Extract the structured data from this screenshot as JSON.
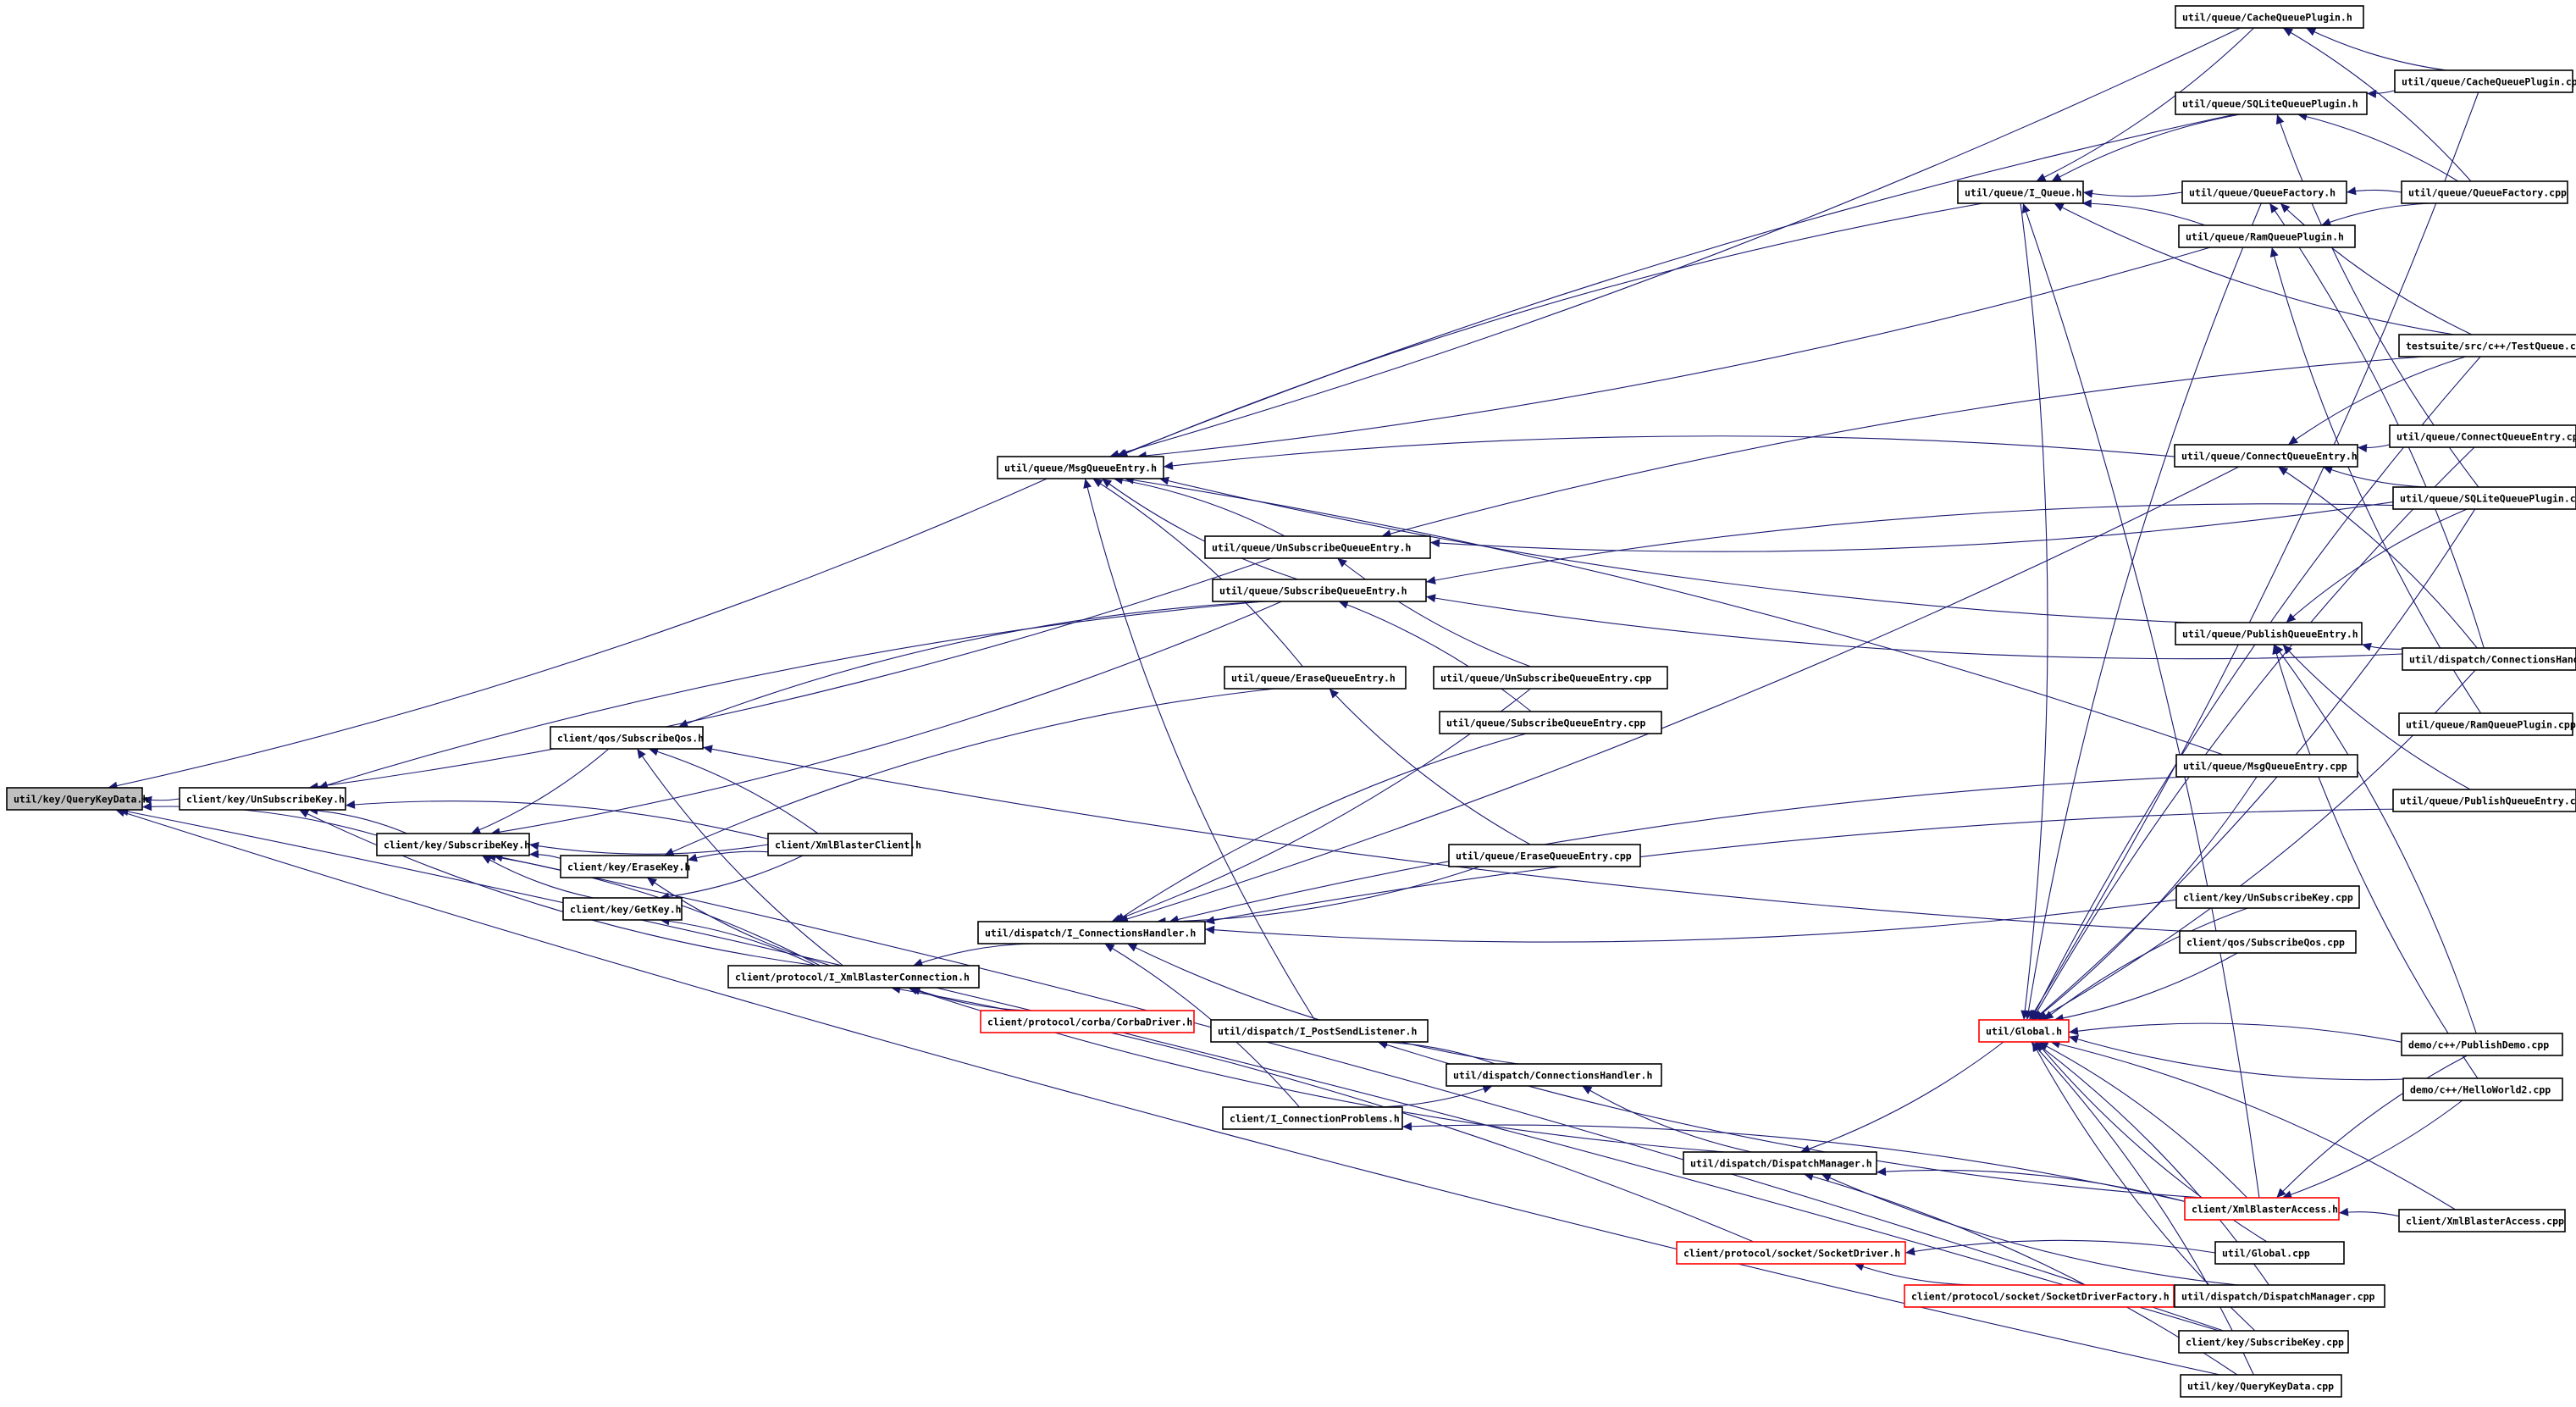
{
  "graph": {
    "nodes": [
      {
        "id": "n_qkd_h",
        "label": "util/key/QueryKeyData.h",
        "style": "root"
      },
      {
        "id": "n_unsubkey_h",
        "label": "client/key/UnSubscribeKey.h",
        "style": "normal"
      },
      {
        "id": "n_subkey_h",
        "label": "client/key/SubscribeKey.h",
        "style": "normal"
      },
      {
        "id": "n_subqos_h",
        "label": "client/qos/SubscribeQos.h",
        "style": "normal"
      },
      {
        "id": "n_erasekey_h",
        "label": "client/key/EraseKey.h",
        "style": "normal"
      },
      {
        "id": "n_getkey_h",
        "label": "client/key/GetKey.h",
        "style": "normal"
      },
      {
        "id": "n_xbclient_h",
        "label": "client/XmlBlasterClient.h",
        "style": "normal"
      },
      {
        "id": "n_ixbconn_h",
        "label": "client/protocol/I_XmlBlasterConnection.h",
        "style": "normal"
      },
      {
        "id": "n_corba_h",
        "label": "client/protocol/corba/CorbaDriver.h",
        "style": "red"
      },
      {
        "id": "n_iconnh_h",
        "label": "util/dispatch/I_ConnectionsHandler.h",
        "style": "normal"
      },
      {
        "id": "n_msgqe_h",
        "label": "util/queue/MsgQueueEntry.h",
        "style": "normal"
      },
      {
        "id": "n_unsubqe_h",
        "label": "util/queue/UnSubscribeQueueEntry.h",
        "style": "normal"
      },
      {
        "id": "n_subqe_h",
        "label": "util/queue/SubscribeQueueEntry.h",
        "style": "normal"
      },
      {
        "id": "n_eraseqe_h",
        "label": "util/queue/EraseQueueEntry.h",
        "style": "normal"
      },
      {
        "id": "n_unsubqe_cpp",
        "label": "util/queue/UnSubscribeQueueEntry.cpp",
        "style": "normal"
      },
      {
        "id": "n_subqe_cpp",
        "label": "util/queue/SubscribeQueueEntry.cpp",
        "style": "normal"
      },
      {
        "id": "n_eraseqe_cpp",
        "label": "util/queue/EraseQueueEntry.cpp",
        "style": "normal"
      },
      {
        "id": "n_ipostsend_h",
        "label": "util/dispatch/I_PostSendListener.h",
        "style": "normal"
      },
      {
        "id": "n_connh_h",
        "label": "util/dispatch/ConnectionsHandler.h",
        "style": "normal"
      },
      {
        "id": "n_iconnprob_h",
        "label": "client/I_ConnectionProblems.h",
        "style": "normal"
      },
      {
        "id": "n_dispmgr_h",
        "label": "util/dispatch/DispatchManager.h",
        "style": "normal"
      },
      {
        "id": "n_sockdrv_h",
        "label": "client/protocol/socket/SocketDriver.h",
        "style": "red"
      },
      {
        "id": "n_sockdrvf_h",
        "label": "client/protocol/socket/SocketDriverFactory.h",
        "style": "red"
      },
      {
        "id": "n_iqueue_h",
        "label": "util/queue/I_Queue.h",
        "style": "normal"
      },
      {
        "id": "n_global_h",
        "label": "util/Global.h",
        "style": "red"
      },
      {
        "id": "n_cacheqp_h",
        "label": "util/queue/CacheQueuePlugin.h",
        "style": "normal"
      },
      {
        "id": "n_sqliteqp_h",
        "label": "util/queue/SQLiteQueuePlugin.h",
        "style": "normal"
      },
      {
        "id": "n_qfactory_h",
        "label": "util/queue/QueueFactory.h",
        "style": "normal"
      },
      {
        "id": "n_ramqp_h",
        "label": "util/queue/RamQueuePlugin.h",
        "style": "normal"
      },
      {
        "id": "n_connqe_h",
        "label": "util/queue/ConnectQueueEntry.h",
        "style": "normal"
      },
      {
        "id": "n_pubqe_h",
        "label": "util/queue/PublishQueueEntry.h",
        "style": "normal"
      },
      {
        "id": "n_msgqe_cpp",
        "label": "util/queue/MsgQueueEntry.cpp",
        "style": "normal"
      },
      {
        "id": "n_unsubkey_cpp",
        "label": "client/key/UnSubscribeKey.cpp",
        "style": "normal"
      },
      {
        "id": "n_subqos_cpp",
        "label": "client/qos/SubscribeQos.cpp",
        "style": "normal"
      },
      {
        "id": "n_xbaccess_h",
        "label": "client/XmlBlasterAccess.h",
        "style": "red"
      },
      {
        "id": "n_global_cpp",
        "label": "util/Global.cpp",
        "style": "normal"
      },
      {
        "id": "n_dispmgr_cpp",
        "label": "util/dispatch/DispatchManager.cpp",
        "style": "normal"
      },
      {
        "id": "n_subkey_cpp",
        "label": "client/key/SubscribeKey.cpp",
        "style": "normal"
      },
      {
        "id": "n_qkd_cpp",
        "label": "util/key/QueryKeyData.cpp",
        "style": "normal"
      },
      {
        "id": "n_cacheqp_cpp",
        "label": "util/queue/CacheQueuePlugin.cpp",
        "style": "normal"
      },
      {
        "id": "n_qfactory_cpp",
        "label": "util/queue/QueueFactory.cpp",
        "style": "normal"
      },
      {
        "id": "n_testqueue_cpp",
        "label": "testsuite/src/c++/TestQueue.cpp",
        "style": "normal"
      },
      {
        "id": "n_connqe_cpp",
        "label": "util/queue/ConnectQueueEntry.cpp",
        "style": "normal"
      },
      {
        "id": "n_sqliteqp_cpp",
        "label": "util/queue/SQLiteQueuePlugin.cpp",
        "style": "normal"
      },
      {
        "id": "n_connh_cpp",
        "label": "util/dispatch/ConnectionsHandler.cpp",
        "style": "normal"
      },
      {
        "id": "n_ramqp_cpp",
        "label": "util/queue/RamQueuePlugin.cpp",
        "style": "normal"
      },
      {
        "id": "n_pubqe_cpp",
        "label": "util/queue/PublishQueueEntry.cpp",
        "style": "normal"
      },
      {
        "id": "n_pubdemo_cpp",
        "label": "demo/c++/PublishDemo.cpp",
        "style": "normal"
      },
      {
        "id": "n_hello2_cpp",
        "label": "demo/c++/HelloWorld2.cpp",
        "style": "normal"
      },
      {
        "id": "n_xbaccess_cpp",
        "label": "client/XmlBlasterAccess.cpp",
        "style": "normal"
      }
    ],
    "edges": [
      [
        "n_unsubkey_h",
        "n_qkd_h"
      ],
      [
        "n_subkey_h",
        "n_qkd_h"
      ],
      [
        "n_msgqe_h",
        "n_qkd_h"
      ],
      [
        "n_subkey_cpp",
        "n_qkd_h"
      ],
      [
        "n_qkd_cpp",
        "n_qkd_h"
      ],
      [
        "n_subkey_h",
        "n_unsubkey_h"
      ],
      [
        "n_ixbconn_h",
        "n_unsubkey_h"
      ],
      [
        "n_xbclient_h",
        "n_unsubkey_h"
      ],
      [
        "n_unsubqe_h",
        "n_unsubkey_h"
      ],
      [
        "n_subqe_h",
        "n_unsubkey_h"
      ],
      [
        "n_xbclient_h",
        "n_subkey_h"
      ],
      [
        "n_erasekey_h",
        "n_subkey_h"
      ],
      [
        "n_getkey_h",
        "n_subkey_h"
      ],
      [
        "n_ixbconn_h",
        "n_subkey_h"
      ],
      [
        "n_subqe_h",
        "n_subkey_h"
      ],
      [
        "n_subkey_cpp",
        "n_subkey_h"
      ],
      [
        "n_subqos_h",
        "n_subkey_h"
      ],
      [
        "n_xbclient_h",
        "n_subqos_h"
      ],
      [
        "n_ixbconn_h",
        "n_subqos_h"
      ],
      [
        "n_subqe_h",
        "n_subqos_h"
      ],
      [
        "n_subqos_cpp",
        "n_subqos_h"
      ],
      [
        "n_xbclient_h",
        "n_erasekey_h"
      ],
      [
        "n_ixbconn_h",
        "n_erasekey_h"
      ],
      [
        "n_eraseqe_h",
        "n_erasekey_h"
      ],
      [
        "n_xbclient_h",
        "n_getkey_h"
      ],
      [
        "n_ixbconn_h",
        "n_getkey_h"
      ],
      [
        "n_corba_h",
        "n_ixbconn_h"
      ],
      [
        "n_iconnh_h",
        "n_ixbconn_h"
      ],
      [
        "n_dispmgr_h",
        "n_ixbconn_h"
      ],
      [
        "n_sockdrv_h",
        "n_ixbconn_h"
      ],
      [
        "n_connh_h",
        "n_iconnh_h"
      ],
      [
        "n_iconnprob_h",
        "n_iconnh_h"
      ],
      [
        "n_unsubqe_cpp",
        "n_iconnh_h"
      ],
      [
        "n_subqe_cpp",
        "n_iconnh_h"
      ],
      [
        "n_eraseqe_cpp",
        "n_iconnh_h"
      ],
      [
        "n_msgqe_cpp",
        "n_iconnh_h"
      ],
      [
        "n_connqe_h",
        "n_iconnh_h"
      ],
      [
        "n_pubqe_cpp",
        "n_iconnh_h"
      ],
      [
        "n_unsubkey_cpp",
        "n_iconnh_h"
      ],
      [
        "n_unsubqe_h",
        "n_msgqe_h"
      ],
      [
        "n_subqe_h",
        "n_msgqe_h"
      ],
      [
        "n_eraseqe_h",
        "n_msgqe_h"
      ],
      [
        "n_ipostsend_h",
        "n_msgqe_h"
      ],
      [
        "n_iqueue_h",
        "n_msgqe_h"
      ],
      [
        "n_cacheqp_h",
        "n_msgqe_h"
      ],
      [
        "n_sqliteqp_h",
        "n_msgqe_h"
      ],
      [
        "n_ramqp_h",
        "n_msgqe_h"
      ],
      [
        "n_connqe_h",
        "n_msgqe_h"
      ],
      [
        "n_pubqe_h",
        "n_msgqe_h"
      ],
      [
        "n_msgqe_cpp",
        "n_msgqe_h"
      ],
      [
        "n_unsubqe_cpp",
        "n_unsubqe_h"
      ],
      [
        "n_testqueue_cpp",
        "n_unsubqe_h"
      ],
      [
        "n_sqliteqp_cpp",
        "n_unsubqe_h"
      ],
      [
        "n_subqe_cpp",
        "n_subqe_h"
      ],
      [
        "n_connh_cpp",
        "n_subqe_h"
      ],
      [
        "n_sqliteqp_cpp",
        "n_subqe_h"
      ],
      [
        "n_eraseqe_cpp",
        "n_eraseqe_h"
      ],
      [
        "n_connh_h",
        "n_ipostsend_h"
      ],
      [
        "n_xbaccess_h",
        "n_ipostsend_h"
      ],
      [
        "n_iconnprob_h",
        "n_connh_h"
      ],
      [
        "n_dispmgr_h",
        "n_connh_h"
      ],
      [
        "n_xbaccess_h",
        "n_iconnprob_h"
      ],
      [
        "n_global_h",
        "n_dispmgr_h"
      ],
      [
        "n_xbaccess_h",
        "n_dispmgr_h"
      ],
      [
        "n_dispmgr_cpp",
        "n_dispmgr_h"
      ],
      [
        "n_qkd_cpp",
        "n_dispmgr_h"
      ],
      [
        "n_sockdrvf_h",
        "n_sockdrv_h"
      ],
      [
        "n_global_cpp",
        "n_sockdrv_h"
      ],
      [
        "n_cacheqp_h",
        "n_iqueue_h"
      ],
      [
        "n_sqliteqp_h",
        "n_iqueue_h"
      ],
      [
        "n_qfactory_h",
        "n_iqueue_h"
      ],
      [
        "n_ramqp_h",
        "n_iqueue_h"
      ],
      [
        "n_testqueue_cpp",
        "n_iqueue_h"
      ],
      [
        "n_xbaccess_h",
        "n_iqueue_h"
      ],
      [
        "n_cacheqp_cpp",
        "n_cacheqp_h"
      ],
      [
        "n_qfactory_cpp",
        "n_cacheqp_h"
      ],
      [
        "n_cacheqp_cpp",
        "n_sqliteqp_h"
      ],
      [
        "n_qfactory_cpp",
        "n_sqliteqp_h"
      ],
      [
        "n_sqliteqp_cpp",
        "n_sqliteqp_h"
      ],
      [
        "n_qfactory_cpp",
        "n_qfactory_h"
      ],
      [
        "n_testqueue_cpp",
        "n_qfactory_h"
      ],
      [
        "n_connh_cpp",
        "n_qfactory_h"
      ],
      [
        "n_ramqp_cpp",
        "n_ramqp_h"
      ],
      [
        "n_qfactory_cpp",
        "n_ramqp_h"
      ],
      [
        "n_connqe_cpp",
        "n_connqe_h"
      ],
      [
        "n_testqueue_cpp",
        "n_connqe_h"
      ],
      [
        "n_sqliteqp_cpp",
        "n_connqe_h"
      ],
      [
        "n_connh_cpp",
        "n_connqe_h"
      ],
      [
        "n_pubqe_cpp",
        "n_pubqe_h"
      ],
      [
        "n_sqliteqp_cpp",
        "n_pubqe_h"
      ],
      [
        "n_connh_cpp",
        "n_pubqe_h"
      ],
      [
        "n_pubdemo_cpp",
        "n_pubqe_h"
      ],
      [
        "n_hello2_cpp",
        "n_pubqe_h"
      ],
      [
        "n_pubdemo_cpp",
        "n_xbaccess_h"
      ],
      [
        "n_hello2_cpp",
        "n_xbaccess_h"
      ],
      [
        "n_xbaccess_cpp",
        "n_xbaccess_h"
      ],
      [
        "n_iqueue_h",
        "n_global_h"
      ],
      [
        "n_qfactory_h",
        "n_global_h"
      ],
      [
        "n_msgqe_cpp",
        "n_global_h"
      ],
      [
        "n_unsubkey_cpp",
        "n_global_h"
      ],
      [
        "n_subqos_cpp",
        "n_global_h"
      ],
      [
        "n_xbaccess_h",
        "n_global_h"
      ],
      [
        "n_global_cpp",
        "n_global_h"
      ],
      [
        "n_dispmgr_cpp",
        "n_global_h"
      ],
      [
        "n_subkey_cpp",
        "n_global_h"
      ],
      [
        "n_qkd_cpp",
        "n_global_h"
      ],
      [
        "n_cacheqp_cpp",
        "n_global_h"
      ],
      [
        "n_testqueue_cpp",
        "n_global_h"
      ],
      [
        "n_connh_cpp",
        "n_global_h"
      ],
      [
        "n_pubdemo_cpp",
        "n_global_h"
      ],
      [
        "n_hello2_cpp",
        "n_global_h"
      ],
      [
        "n_xbaccess_cpp",
        "n_global_h"
      ],
      [
        "n_sqliteqp_cpp",
        "n_global_h"
      ],
      [
        "n_connqe_cpp",
        "n_global_h"
      ]
    ]
  }
}
